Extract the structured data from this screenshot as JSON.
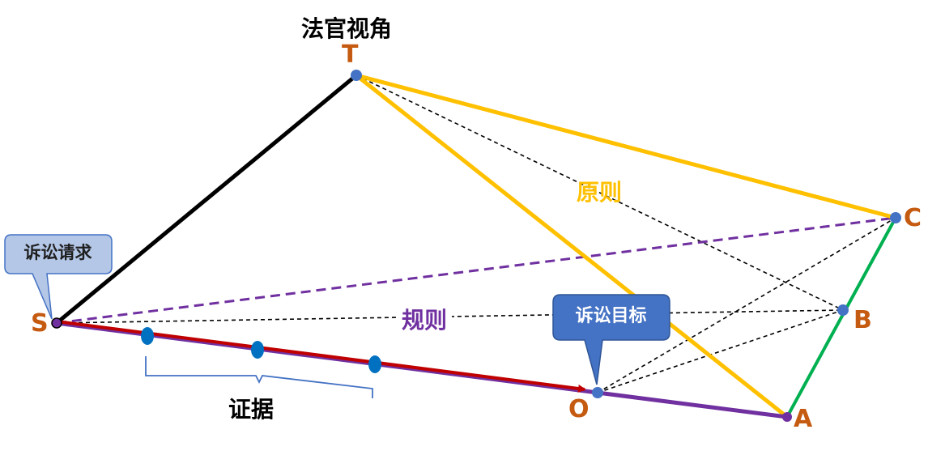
{
  "title": "法官视角",
  "labels": {
    "principle": "原则",
    "rule": "规则",
    "evidence": "证据"
  },
  "callouts": {
    "claim": "诉讼请求",
    "goal": "诉讼目标"
  },
  "points": {
    "T": "T",
    "S": "S",
    "O": "O",
    "A": "A",
    "B": "B",
    "C": "C"
  },
  "colors": {
    "black_line": "#000000",
    "yellow_line": "#ffc000",
    "purple_line": "#7030a0",
    "red_line": "#c00000",
    "green_line": "#00b050",
    "dashed_black": "#000000",
    "node_fill": "#4472c4",
    "point_label": "#c55a11",
    "brace": "#4472c4",
    "callout_claim_fill": "#b4c7e7",
    "callout_goal_fill": "#4472c4"
  }
}
